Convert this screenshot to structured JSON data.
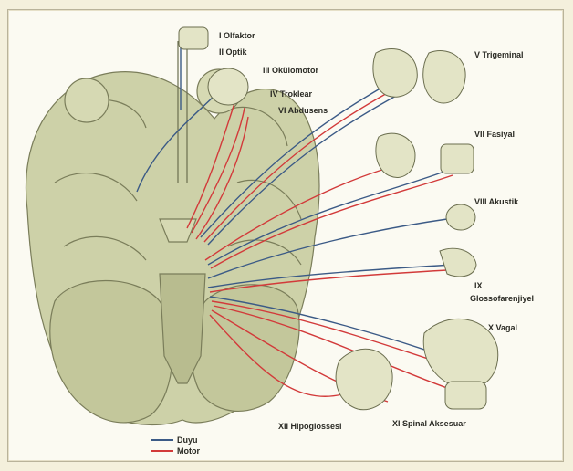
{
  "nerves": {
    "olfactory": "I Olfaktor",
    "optic": "II Optik",
    "oculomotor": "III Okülomotor",
    "trochlear": "IV Troklear",
    "abducens": "VI Abdusens",
    "trigeminal": "V Trigeminal",
    "facial": "VII Fasiyal",
    "acoustic": "VIII Akustik",
    "glosso_1": "IX",
    "glosso_2": "Glossofarenjiyel",
    "vagal": "X Vagal",
    "accessory": "XI Spinal Aksesuar",
    "hypoglossal": "XII Hipoglossesl"
  },
  "legend": {
    "sensory": "Duyu",
    "motor": "Motor"
  },
  "colors": {
    "sensory": "#3b5a86",
    "motor": "#d23a3a",
    "tissue": "#c8cca2",
    "tissue_line": "#7a7d5a"
  }
}
